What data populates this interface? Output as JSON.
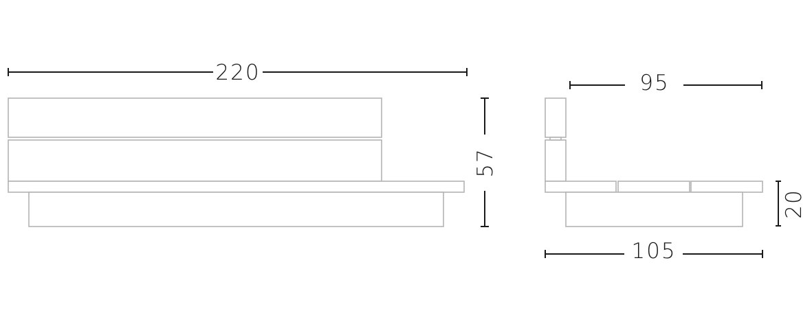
{
  "dimensions": {
    "front_width": "220",
    "front_height": "57",
    "side_top_width": "95",
    "side_bottom_width": "105",
    "side_base_height": "20"
  }
}
